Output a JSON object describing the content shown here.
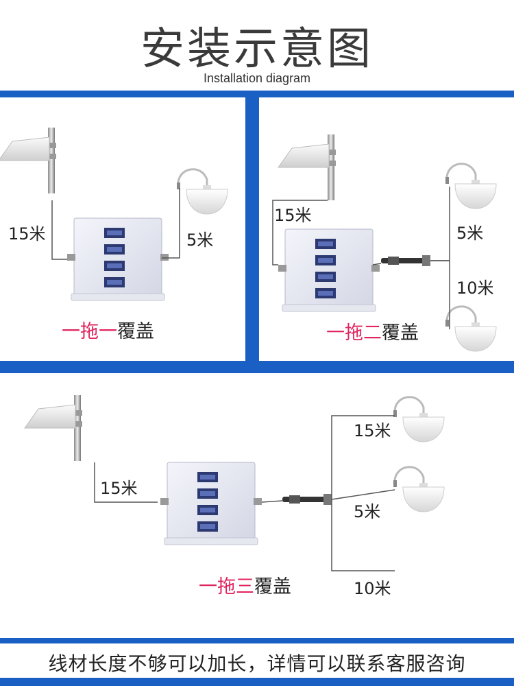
{
  "title": "安装示意图",
  "subtitle": "Installation diagram",
  "panels": [
    {
      "caption_prefix": "一拖一",
      "caption_suffix": "覆盖",
      "cable_to_outdoor": "15米",
      "cables_to_indoor": [
        "5米"
      ]
    },
    {
      "caption_prefix": "一拖二",
      "caption_suffix": "覆盖",
      "cable_to_outdoor": "15米",
      "cables_to_indoor": [
        "5米",
        "10米"
      ]
    },
    {
      "caption_prefix": "一拖三",
      "caption_suffix": "覆盖",
      "cable_to_outdoor": "15米",
      "cables_to_indoor": [
        "15米",
        "5米",
        "10米"
      ]
    }
  ],
  "footer": "线材长度不够可以加长，详情可以联系客服咨询",
  "colors": {
    "frame": "#1a5fc4",
    "caption_accent": "#e0245e"
  }
}
